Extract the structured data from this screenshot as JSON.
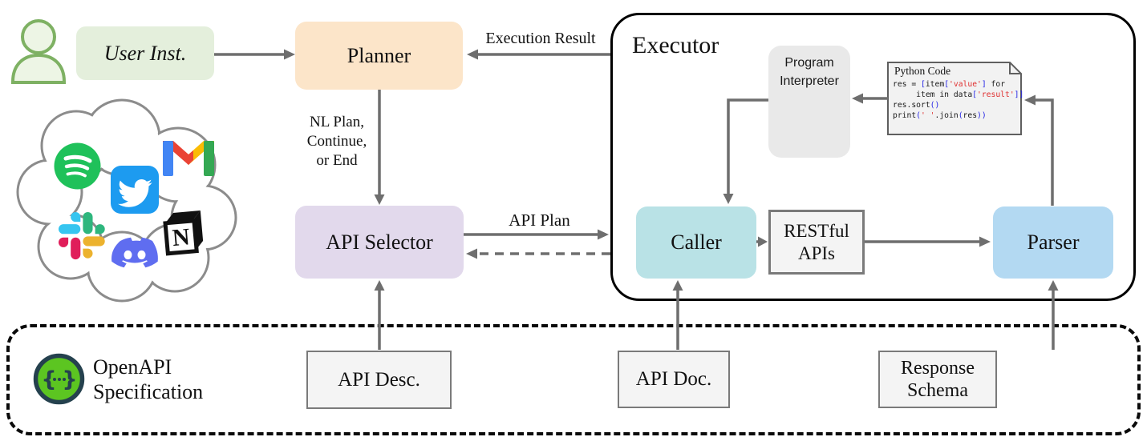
{
  "colors": {
    "user_inst_bg": "#e4efdc",
    "planner_bg": "#fce5c9",
    "api_selector_bg": "#e2d9ec",
    "caller_bg": "#b9e2e6",
    "parser_bg": "#b3d9f2",
    "gray_box_bg": "#f4f4f4",
    "gray_box_border": "#7a7a7a",
    "interpreter_bg": "#e9e9e9",
    "note_bg": "#f2f2f2",
    "note_border": "#5f5f5f",
    "arrow": "#6e6e6e",
    "cloud_outline": "#8c8c8c",
    "executor_border": "#000000",
    "code_plain": "#1a1a1a",
    "code_bracket": "#2323e6",
    "code_string": "#e03030",
    "openapi_green": "#5cc521",
    "openapi_navy": "#25414e",
    "person_green": "#7eb163"
  },
  "user": {
    "instruction_label": "User Inst."
  },
  "planner": {
    "label": "Planner"
  },
  "api_selector": {
    "label": "API Selector"
  },
  "labels": {
    "execution_result": "Execution Result",
    "nl_plan_line1": "NL Plan,",
    "nl_plan_line2": "Continue,",
    "nl_plan_line3": "or End",
    "api_plan": "API Plan"
  },
  "executor": {
    "title": "Executor",
    "caller_label": "Caller",
    "restful_line1": "RESTful",
    "restful_line2": "APIs",
    "parser_label": "Parser",
    "interpreter_line1": "Program",
    "interpreter_line2": "Interpreter",
    "python_code": {
      "title": "Python Code",
      "lines": [
        [
          {
            "t": "res = ",
            "c": "plain"
          },
          {
            "t": "[",
            "c": "brk"
          },
          {
            "t": "item",
            "c": "plain"
          },
          {
            "t": "[",
            "c": "brk"
          },
          {
            "t": "'value'",
            "c": "str"
          },
          {
            "t": "]",
            "c": "brk"
          },
          {
            "t": " for",
            "c": "plain"
          }
        ],
        [
          {
            "t": "     item in data",
            "c": "plain"
          },
          {
            "t": "[",
            "c": "brk"
          },
          {
            "t": "'result'",
            "c": "str"
          },
          {
            "t": "]]",
            "c": "brk"
          }
        ],
        [
          {
            "t": "res.sort",
            "c": "plain"
          },
          {
            "t": "()",
            "c": "brk"
          }
        ],
        [
          {
            "t": "print",
            "c": "plain"
          },
          {
            "t": "(",
            "c": "brk"
          },
          {
            "t": "' '",
            "c": "str"
          },
          {
            "t": ".join",
            "c": "plain"
          },
          {
            "t": "(",
            "c": "brk"
          },
          {
            "t": "res",
            "c": "plain"
          },
          {
            "t": "))",
            "c": "brk"
          }
        ]
      ]
    }
  },
  "openapi_spec": {
    "line1": "OpenAPI",
    "line2": "Specification",
    "api_desc": "API Desc.",
    "api_doc": "API Doc.",
    "response_schema_line1": "Response",
    "response_schema_line2": "Schema"
  },
  "cloud_apps": [
    "Spotify",
    "Twitter",
    "Gmail",
    "Slack",
    "Discord",
    "Notion"
  ],
  "icons": [
    "user-icon",
    "spotify-icon",
    "twitter-icon",
    "gmail-icon",
    "slack-icon",
    "discord-icon",
    "notion-icon",
    "python-icon",
    "openapi-icon"
  ]
}
